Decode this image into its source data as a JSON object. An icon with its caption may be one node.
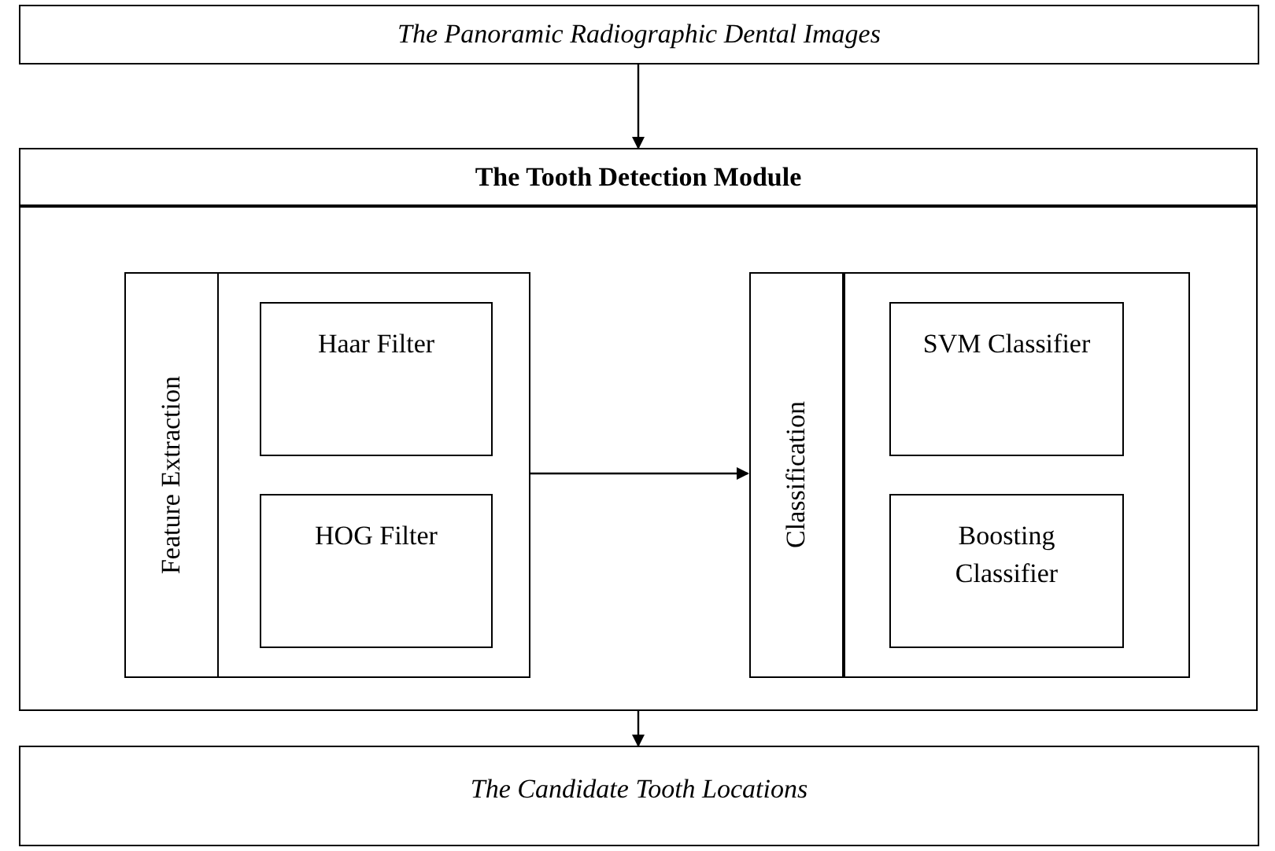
{
  "diagram": {
    "nodes": [
      {
        "text": [
          "The Panoramic Radiographic Dental Images"
        ]
      },
      {
        "text": [
          "The Tooth Detection Module"
        ]
      },
      {
        "text": [
          "Feature Extraction"
        ],
        "in": 1
      },
      {
        "text": [
          "Haar Filter"
        ],
        "in": 2
      },
      {
        "text": [
          "HOG Filter"
        ],
        "in": 2
      },
      {
        "text": [
          "Classification"
        ],
        "in": 1
      },
      {
        "text": [
          "SVM Classifier"
        ],
        "in": 5
      },
      {
        "text": [
          "Boosting Classifier"
        ],
        "in": 5
      },
      {
        "text": [
          "The Candidate Tooth Locations"
        ]
      }
    ],
    "edges": [
      {
        "from": 0,
        "to": 1,
        "arrow": "to"
      },
      {
        "from": 2,
        "to": 5,
        "arrow": "to"
      },
      {
        "from": 1,
        "to": 8,
        "arrow": "to"
      }
    ]
  }
}
